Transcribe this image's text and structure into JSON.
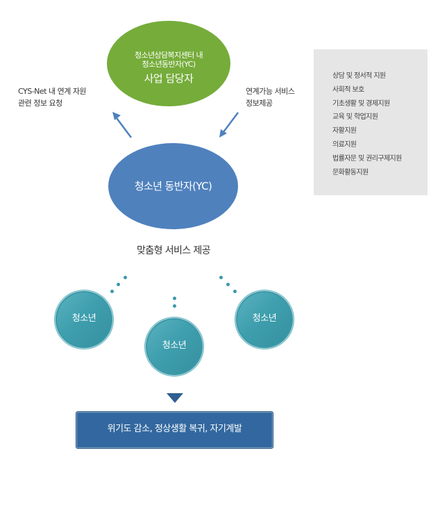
{
  "top_node": {
    "line1": "청소년상담복지센터 내",
    "line2": "청소년동반자(YC)",
    "line3": "사업 담당자"
  },
  "left_label": {
    "line1": "CYS-Net 내 연계 자원",
    "line2": "관련 정보 요청"
  },
  "right_label": {
    "line1": "연계가능 서비스",
    "line2": "정보제공"
  },
  "services_box": {
    "items": [
      "상담 및 정서적 지원",
      "사회적 보호",
      "기초생활 및 경제지원",
      "교육 및 학업지원",
      "자활지원",
      "의료지원",
      "법률자문 및 권리구제지원",
      "문화활동지원"
    ]
  },
  "center_node": {
    "label": "청소년 동반자(YC)"
  },
  "service_caption": "맞춤형 서비스 제공",
  "youth_nodes": [
    {
      "label": "청소년"
    },
    {
      "label": "청소년"
    },
    {
      "label": "청소년"
    }
  ],
  "result": {
    "label": "위기도 감소, 정상생활 복귀, 자기계발"
  },
  "colors": {
    "top_node": "#75ac3a",
    "center_node": "#4f81bd",
    "youth_node": "#3f9fae",
    "result_box": "#32689f",
    "arrow": "#4f81bd",
    "info_box_bg": "#e6e6e6"
  }
}
